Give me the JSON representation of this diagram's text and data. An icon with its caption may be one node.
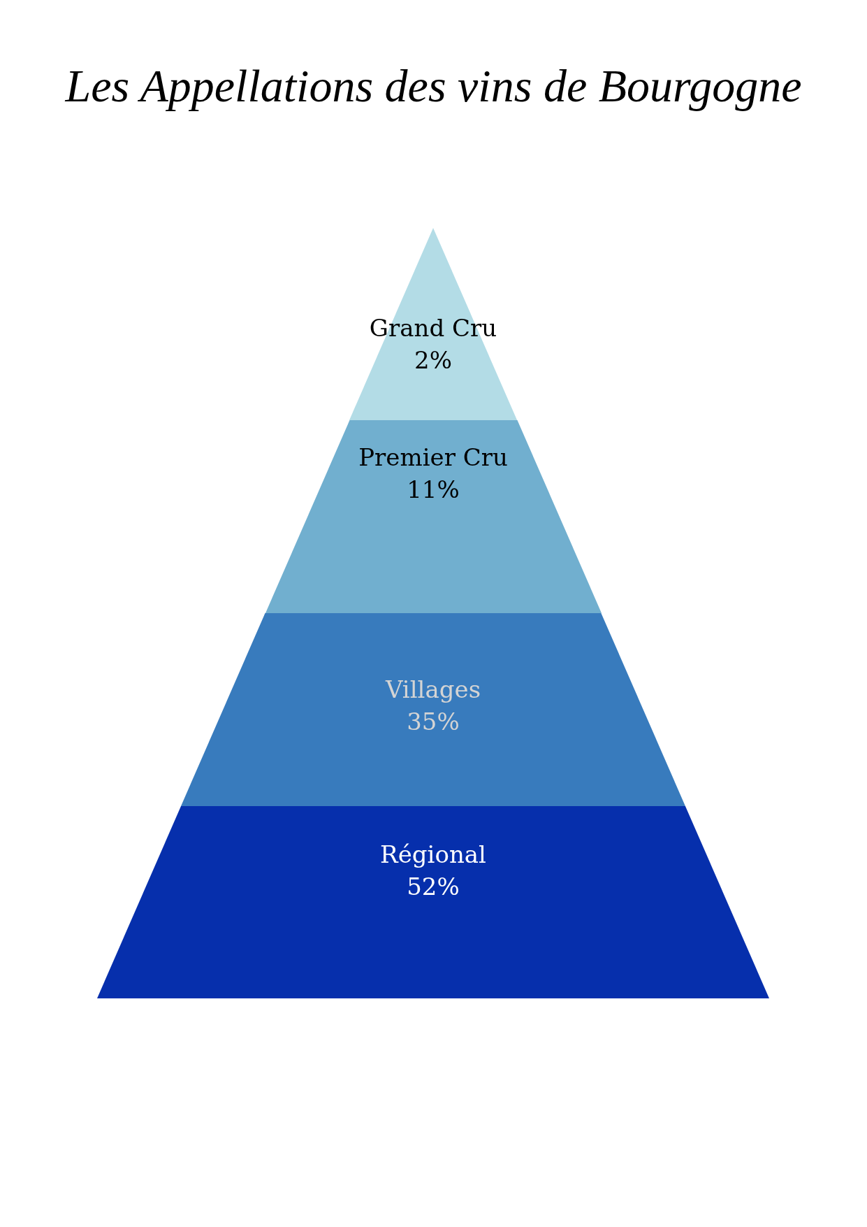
{
  "diagram": {
    "title": "Les Appellations des vins de Bourgogne",
    "nodes": [
      {
        "text": [
          "Grand Cru",
          "2%"
        ]
      },
      {
        "text": [
          "Premier Cru",
          "11%"
        ]
      },
      {
        "text": [
          "Villages",
          "35%"
        ]
      },
      {
        "text": [
          "Régional",
          "52%"
        ]
      }
    ]
  }
}
